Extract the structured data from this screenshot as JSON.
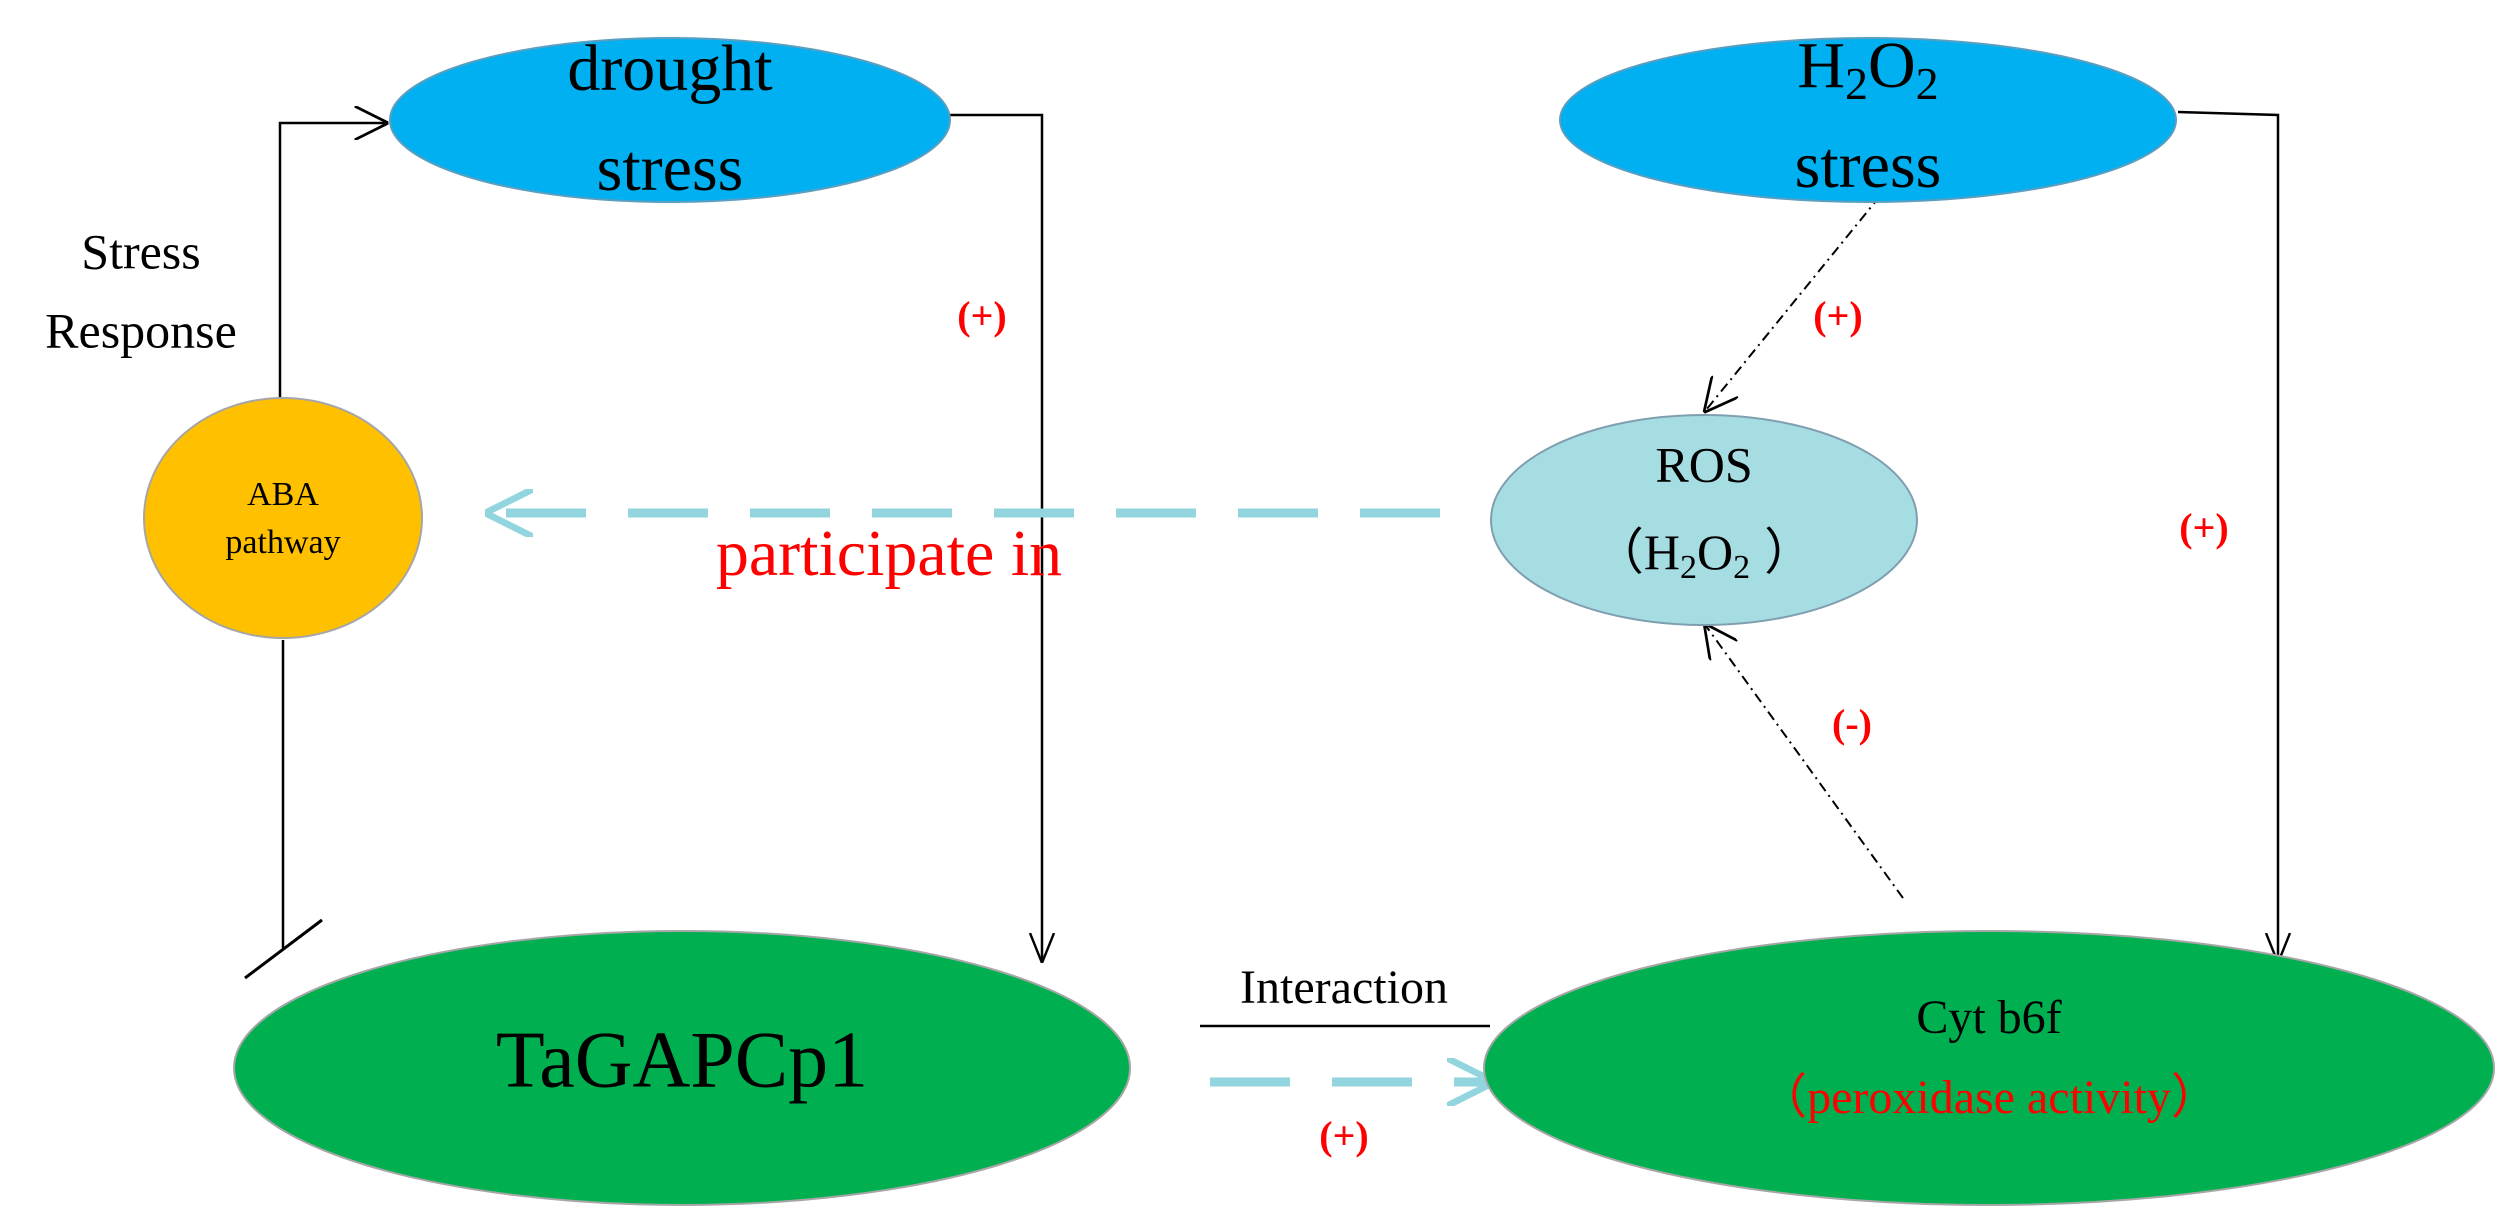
{
  "colors": {
    "stress_blue": "#00B0F0",
    "aba_orange": "#FFC000",
    "ros_lightblue": "#A6DDE3",
    "main_green": "#00B050",
    "dashed_cyan": "#92D5DE",
    "sign_red": "#FF0000",
    "line_black": "#000000"
  },
  "nodes": {
    "drought": {
      "line1": "drought",
      "line2": "stress"
    },
    "h2o2_stress": {
      "base1": "H",
      "sub1": "2",
      "base2": "O",
      "sub2": "2",
      "line2": "stress"
    },
    "aba": {
      "line1": "ABA",
      "line2": "pathway"
    },
    "ros": {
      "line1": "ROS",
      "paren_open": "（",
      "base1": "H",
      "sub1": "2",
      "base2": "O",
      "sub2": "2",
      "paren_close": "）"
    },
    "tagapcp1": {
      "label": "TaGAPCp1"
    },
    "cytb6f": {
      "line1": "Cyt b6f",
      "paren_open": "（",
      "line2": "peroxidase activity",
      "paren_close": "）"
    }
  },
  "labels": {
    "stress_response_line1": "Stress",
    "stress_response_line2": "Response",
    "participate_in": "participate in",
    "interaction": "Interaction"
  },
  "signs": {
    "drought_to_tagapcp1": "(+)",
    "h2o2_to_ros": "(+)",
    "h2o2_to_cytb6f": "(+)",
    "cytb6f_to_ros": "(-)",
    "tagapcp1_to_cytb6f": "(+)"
  }
}
